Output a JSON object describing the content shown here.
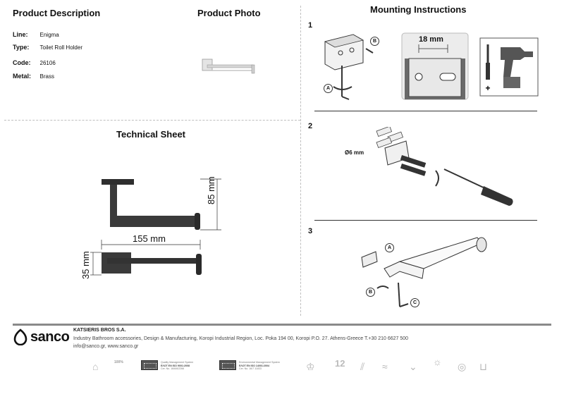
{
  "sections": {
    "description_title": "Product Description",
    "photo_title": "Product Photo",
    "mounting_title": "Mounting Instructions",
    "technical_title": "Technical Sheet"
  },
  "specs": [
    {
      "key": "Line:",
      "value": "Enigma"
    },
    {
      "key": "Type:",
      "value": "Toilet Roll Holder"
    },
    {
      "key": "Code:",
      "value": "26106"
    },
    {
      "key": "Metal:",
      "value": "Brass"
    }
  ],
  "technical": {
    "width": "155 mm",
    "height": "85 mm",
    "depth": "35 mm"
  },
  "steps": {
    "one": "1",
    "two": "2",
    "three": "3",
    "label_a": "A",
    "label_b": "B",
    "label_c": "C",
    "hole_spacing": "18 mm",
    "drill_size": "Ø6 mm"
  },
  "footer": {
    "brand": "sanco",
    "company": "KATSIERIS BROS S.A.",
    "address": "Industry Bathroom accessories, Design & Manufacturing, Koropi Industrial Region, Loc. Poka 194 00, Koropi P.O. 27. Athens-Greece   T.+30 210 6627 500",
    "contact": "info@sanco.gr, www.sanco.gr"
  },
  "certifications": [
    {
      "title": "Quality Management System",
      "standard": "ΕΛΟΤ ΕΝ ISO 9001:2008",
      "cert_no": "Cer. No. 16/6/6/2266"
    },
    {
      "title": "Environmental Management System",
      "standard": "ΕΛΟΤ ΕΝ ISO 14001:2004",
      "cert_no": "Cer. No. 16/7 11833"
    }
  ],
  "badge_labels": {
    "twelve": "12",
    "hundred": "100%"
  },
  "colors": {
    "chrome_dark": "#3a3a3a",
    "chrome_light": "#d8d8d8",
    "divider": "#bfbfbf",
    "footer_bar": "#8a8a8a"
  }
}
